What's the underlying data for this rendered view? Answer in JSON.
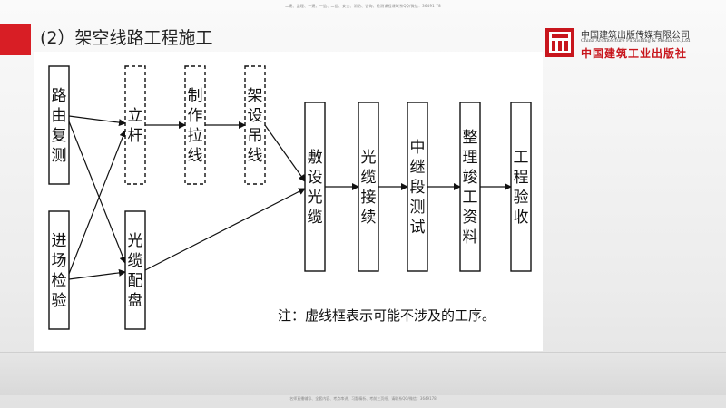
{
  "header": {
    "top_note": "二建、监理、一建、一造、二造、安全、消防、咨询、检测课程课联系QQ/微信：36491 78",
    "bottom_note": "名师直播辅导、全套内容、考点串讲、习题精析、考前三页纸、请联系QQ/微信：3649178"
  },
  "slide": {
    "title": "(2）架空线路工程施工"
  },
  "logo": {
    "cn_name": "中国建筑出版传媒有限公司",
    "en_name": "China Architecture Publishing & Media Co.,Ltd",
    "calligraphy": "中国建筑工业出版社",
    "brand_color": "#c8161d"
  },
  "accent_color": "#d81e25",
  "diagram": {
    "boxes": [
      {
        "id": "luyou",
        "chars": [
          "路",
          "由",
          "复",
          "测"
        ],
        "dashed": false
      },
      {
        "id": "jinchang",
        "chars": [
          "进",
          "场",
          "检",
          "验"
        ],
        "dashed": false
      },
      {
        "id": "ligan",
        "chars": [
          "立",
          "杆"
        ],
        "dashed": true
      },
      {
        "id": "guanglan_peipan",
        "chars": [
          "光",
          "缆",
          "配",
          "盘"
        ],
        "dashed": false
      },
      {
        "id": "zhizuo",
        "chars": [
          "制",
          "作",
          "拉",
          "线"
        ],
        "dashed": true
      },
      {
        "id": "jiashe",
        "chars": [
          "架",
          "设",
          "吊",
          "线"
        ],
        "dashed": true
      },
      {
        "id": "fushe",
        "chars": [
          "敷",
          "设",
          "光",
          "缆"
        ],
        "dashed": false
      },
      {
        "id": "jiexu",
        "chars": [
          "光",
          "缆",
          "接",
          "续"
        ],
        "dashed": false
      },
      {
        "id": "zhongji",
        "chars": [
          "中",
          "继",
          "段",
          "测",
          "试"
        ],
        "dashed": false
      },
      {
        "id": "zhengli",
        "chars": [
          "整",
          "理",
          "竣",
          "工",
          "资",
          "料"
        ],
        "dashed": false
      },
      {
        "id": "yanshou",
        "chars": [
          "工",
          "程",
          "验",
          "收"
        ],
        "dashed": false
      }
    ],
    "note": "注：虚线框表示可能不涉及的工序。"
  }
}
